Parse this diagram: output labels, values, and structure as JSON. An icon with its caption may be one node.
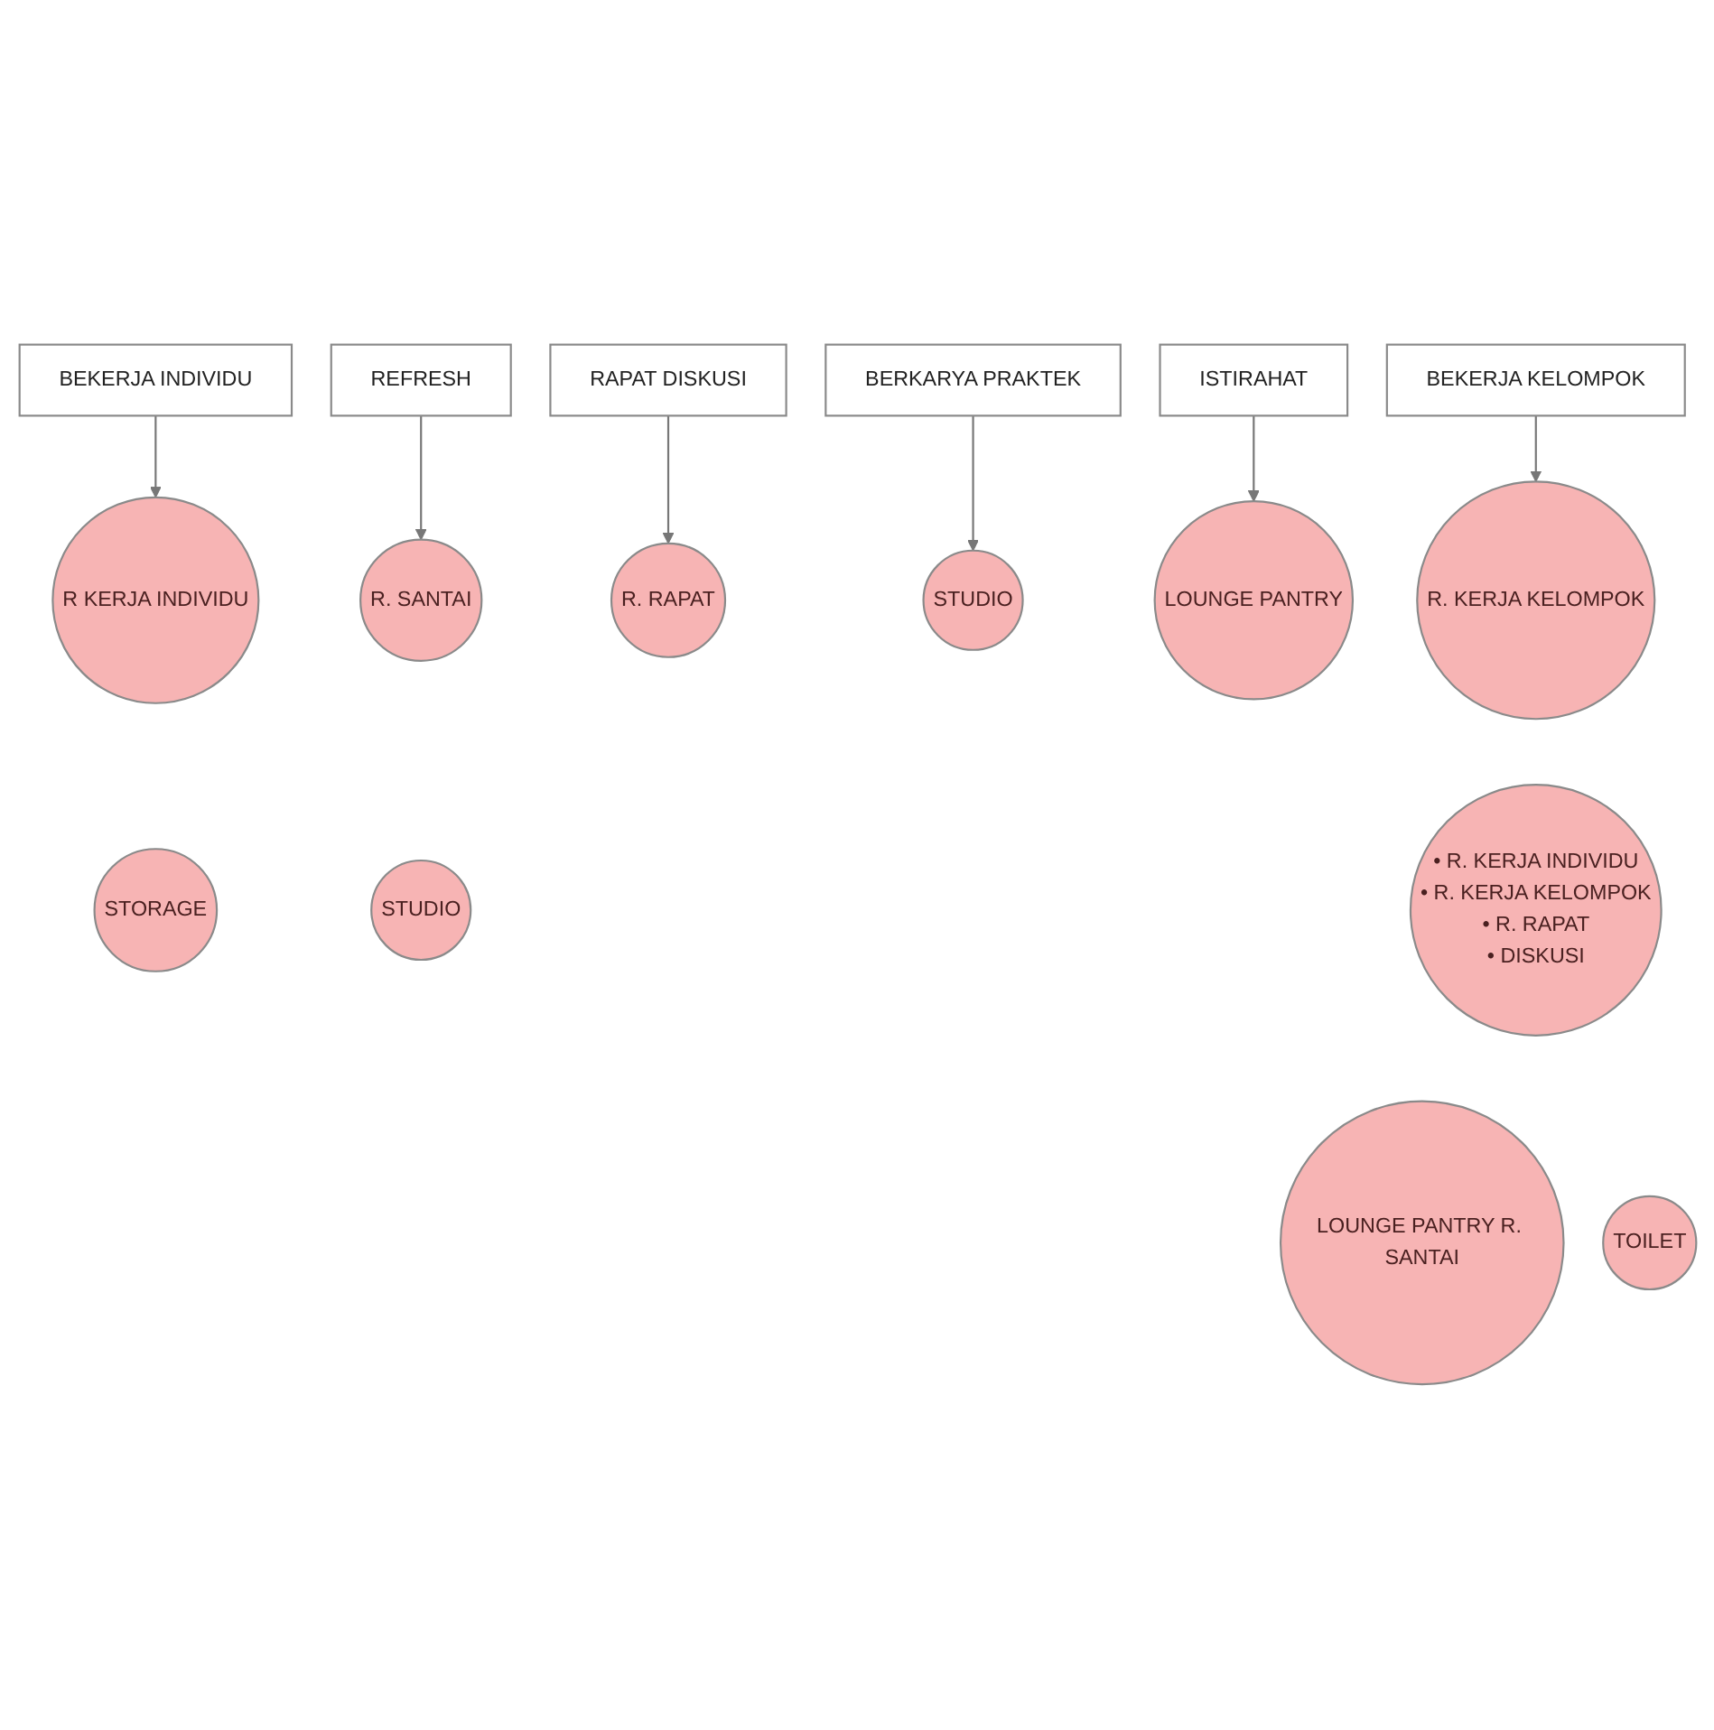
{
  "diagram": {
    "nodes": [
      {
        "text": [
          "BEKERJA INDIVIDU"
        ]
      },
      {
        "text": [
          "R KERJA INDIVIDU"
        ]
      },
      {
        "text": [
          "BEKERJA KELOMPOK"
        ]
      },
      {
        "text": [
          "R. KERJA KELOMPOK"
        ]
      },
      {
        "text": [
          "RAPAT DISKUSI"
        ]
      },
      {
        "text": [
          "R. RAPAT"
        ]
      },
      {
        "text": [
          "BERKARYA PRAKTEK"
        ]
      },
      {
        "text": [
          "STUDIO"
        ]
      },
      {
        "text": [
          "ISTIRAHAT"
        ]
      },
      {
        "text": [
          "LOUNGE PANTRY"
        ]
      },
      {
        "text": [
          "REFRESH"
        ]
      },
      {
        "text": [
          "R. SANTAI"
        ]
      },
      {
        "text": [
          "STORAGE"
        ]
      },
      {
        "text": [
          "STUDIO"
        ]
      },
      {
        "text": [
          "• R. KERJA INDIVIDU",
          "• R. KERJA KELOMPOK",
          "• R. RAPAT",
          "• DISKUSI"
        ]
      },
      {
        "text": [
          "LOUNGE PANTRY R. SANTAI"
        ]
      },
      {
        "text": [
          "TOILET"
        ]
      }
    ],
    "edges": [
      {
        "from": 0,
        "to": 1,
        "arrow": "to"
      },
      {
        "from": 2,
        "to": 3,
        "arrow": "to"
      },
      {
        "from": 4,
        "to": 5,
        "arrow": "to"
      },
      {
        "from": 6,
        "to": 7,
        "arrow": "to"
      },
      {
        "from": 8,
        "to": 9,
        "arrow": "to"
      },
      {
        "from": 10,
        "to": 11,
        "arrow": "to"
      }
    ]
  }
}
